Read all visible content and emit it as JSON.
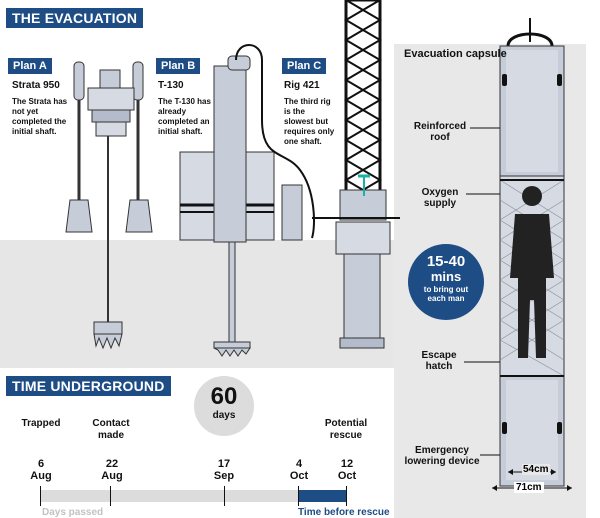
{
  "title": "THE EVACUATION",
  "plans": [
    {
      "tag": "Plan A",
      "name": "Strata 950",
      "desc": "The Strata has not yet completed the initial shaft."
    },
    {
      "tag": "Plan B",
      "name": "T-130",
      "desc": "The T-130 has already completed an initial shaft."
    },
    {
      "tag": "Plan C",
      "name": "Rig 421",
      "desc": "The third rig is the slowest but requires only one shaft."
    }
  ],
  "capsule": {
    "title": "Evacuation capsule",
    "labels": [
      "Reinforced roof",
      "Oxygen supply",
      "Escape hatch",
      "Emergency lowering device"
    ],
    "badge_value": "15-40",
    "badge_unit": "mins",
    "badge_text": "to bring out each man",
    "inner_dim": "54cm",
    "outer_dim": "71cm"
  },
  "timeline": {
    "title": "TIME UNDERGROUND",
    "days_value": "60",
    "days_unit": "days",
    "events": [
      {
        "label": "Trapped",
        "day": "6",
        "month": "Aug"
      },
      {
        "label": "Contact made",
        "day": "22",
        "month": "Aug"
      },
      {
        "label": "",
        "day": "17",
        "month": "Sep"
      },
      {
        "label": "",
        "day": "4",
        "month": "Oct"
      },
      {
        "label": "Potential rescue",
        "day": "12",
        "month": "Oct"
      }
    ],
    "passed_label": "Days passed",
    "before_label": "Time before rescue"
  },
  "colors": {
    "navy": "#1e4c85",
    "ground": "#e6e6e6",
    "metal": "#b9c1cf",
    "dark": "#1a1a1a"
  }
}
